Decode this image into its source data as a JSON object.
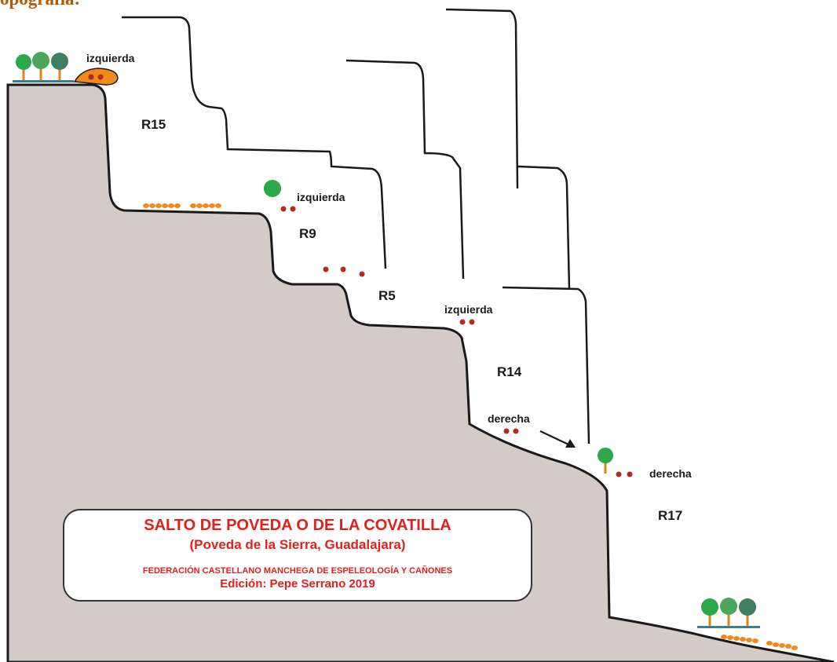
{
  "header": {
    "partial_title": "opografía:"
  },
  "title_box": {
    "title": "SALTO DE POVEDA O DE LA COVATILLA",
    "subtitle": "(Poveda de la Sierra, Guadalajara)",
    "federation": "FEDERACIÓN CASTELLANO MANCHEGA DE ESPELEOLOGÍA Y CAÑONES",
    "edition": "Edición: Pepe Serrano 2019"
  },
  "rappels": [
    {
      "name": "R15",
      "anchor_side": "izquierda"
    },
    {
      "name": "R9",
      "anchor_side": "izquierda"
    },
    {
      "name": "R5"
    },
    {
      "name": "R14",
      "anchor_side": "izquierda"
    },
    {
      "name": "R17",
      "anchor_side": "derecha"
    }
  ],
  "annotations": {
    "derecha_arrow": "derecha"
  },
  "colors": {
    "rock": "#d2cbc8",
    "title_text": "#e0201c",
    "header_text": "#b35a0a",
    "anchor_dot": "#b52a1e",
    "chain_link": "#f08a1c",
    "tree_green": "#2aa84a"
  }
}
